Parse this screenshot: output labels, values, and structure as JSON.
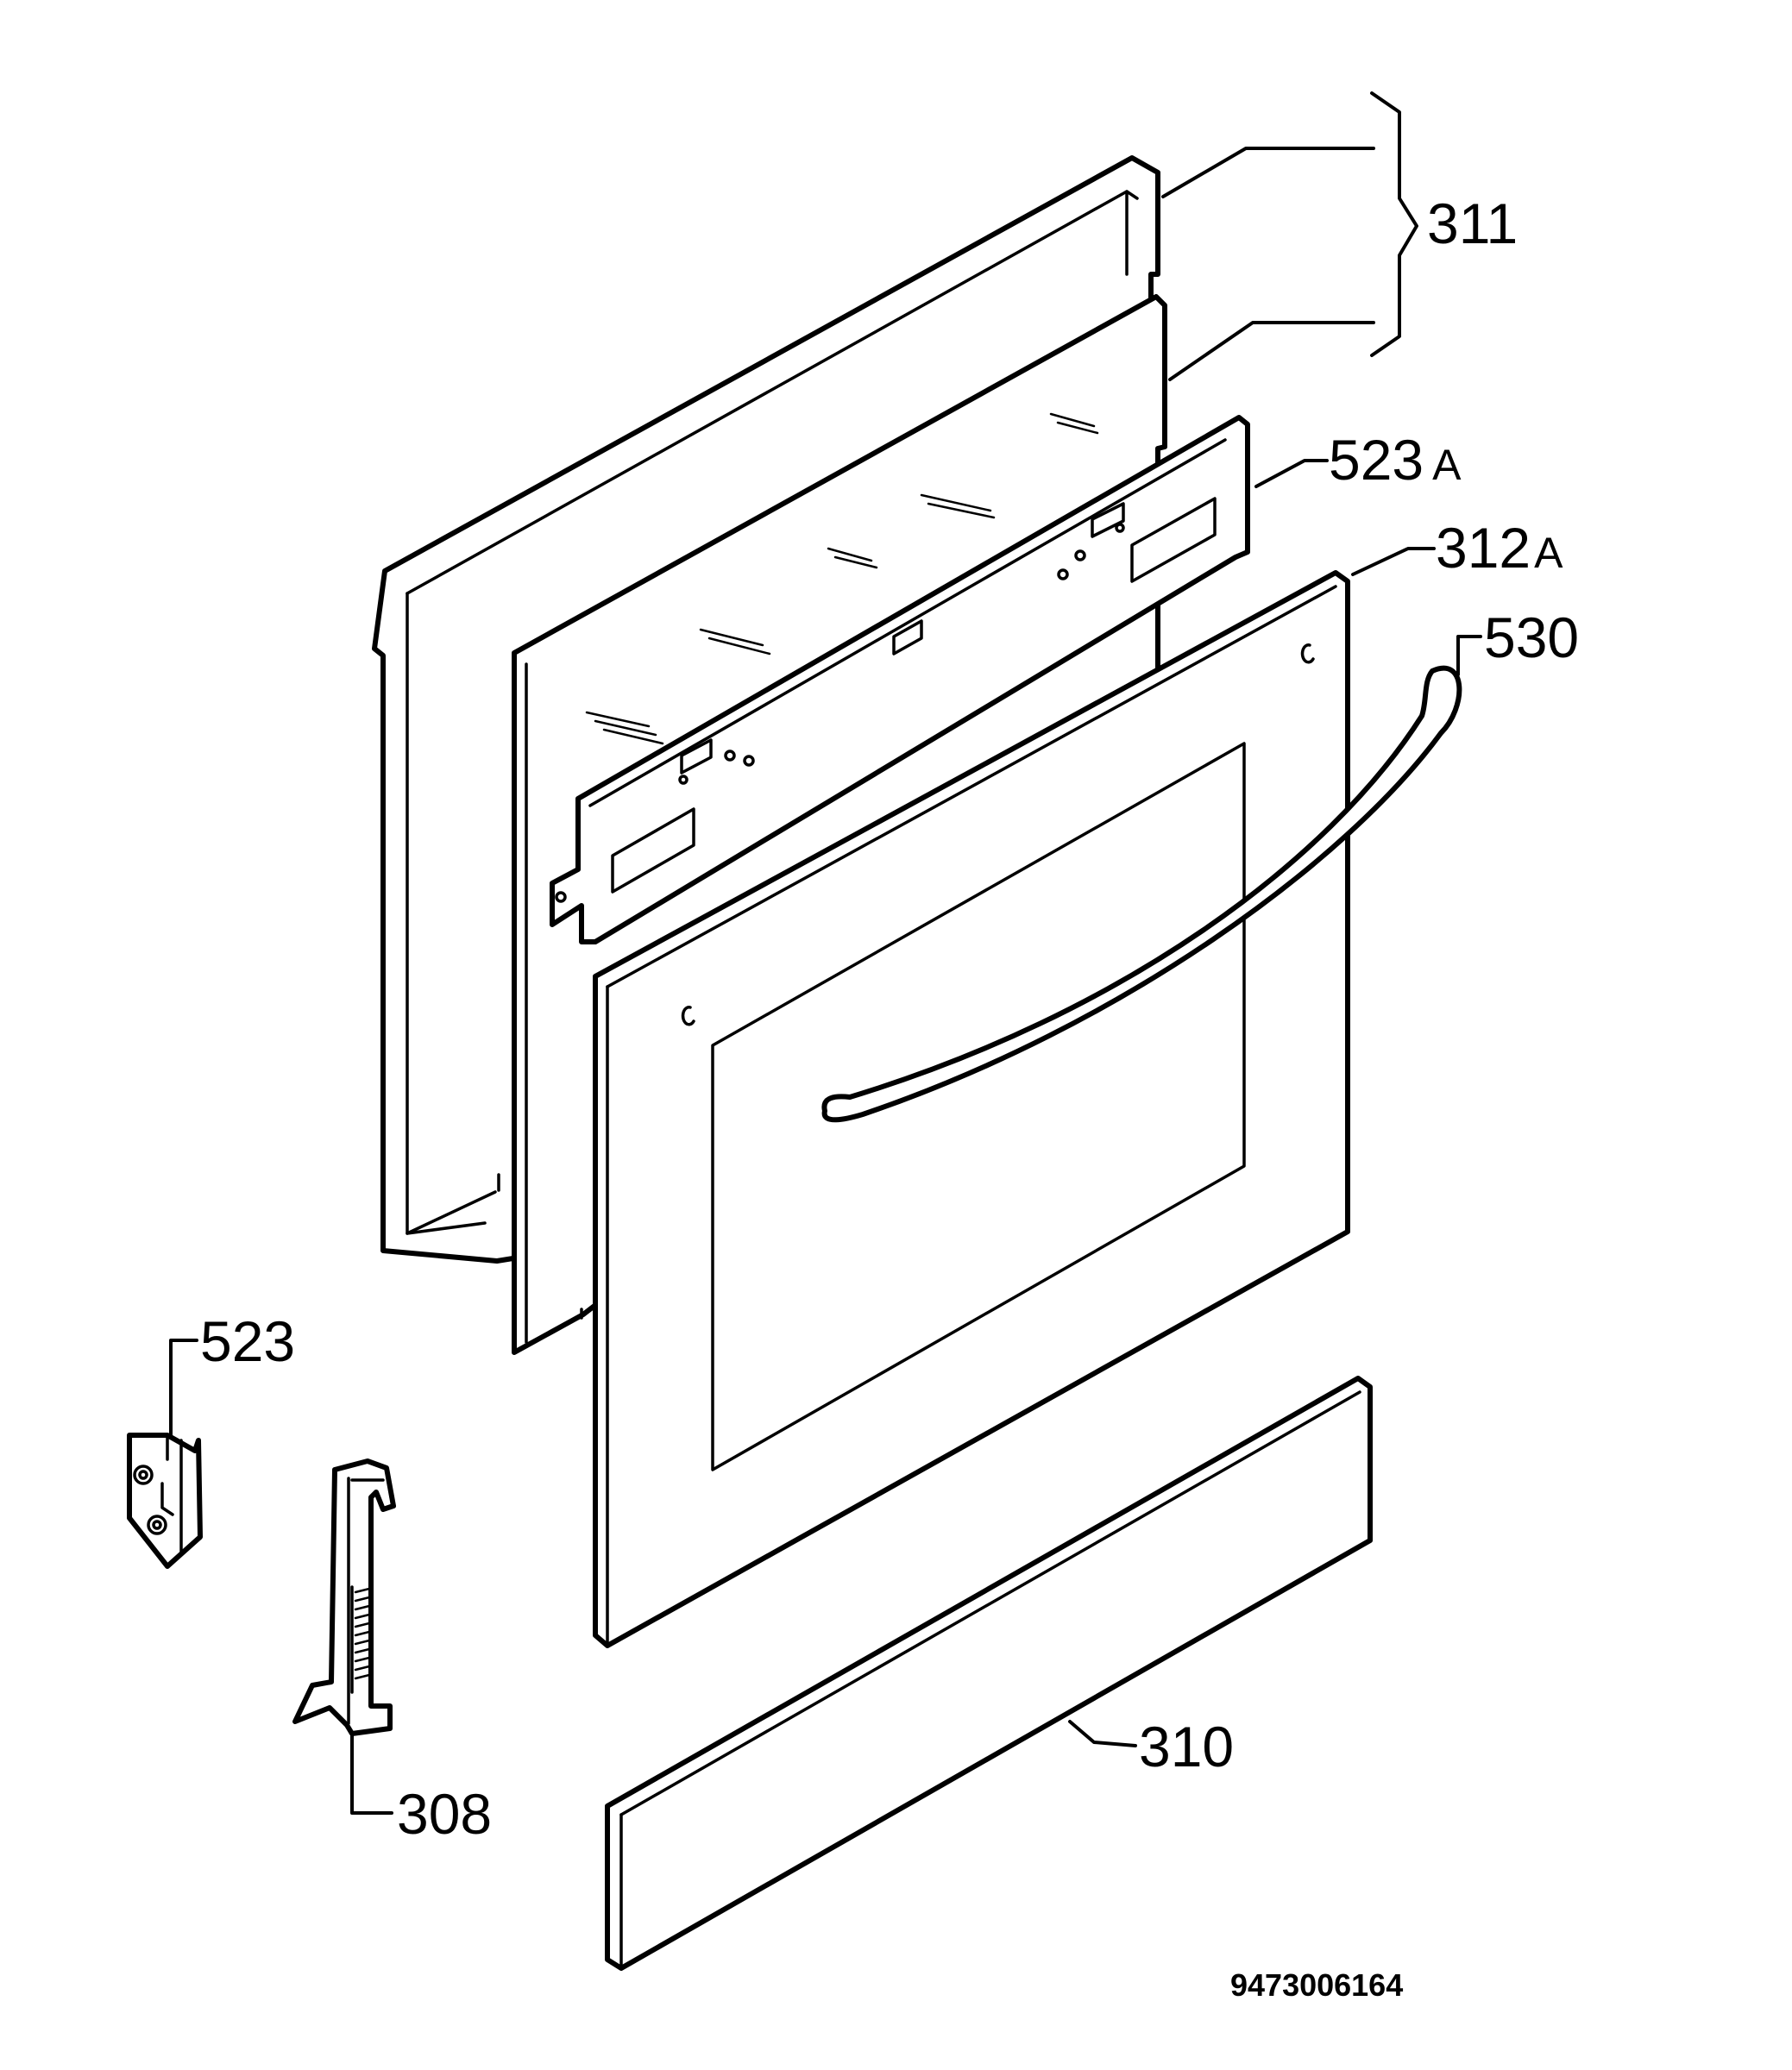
{
  "diagram": {
    "callouts": [
      {
        "id": "311",
        "label": "311"
      },
      {
        "id": "523A",
        "label": "523",
        "suffix": "A"
      },
      {
        "id": "312A",
        "label": "312",
        "suffix": "A"
      },
      {
        "id": "530",
        "label": "530"
      },
      {
        "id": "523",
        "label": "523"
      },
      {
        "id": "310",
        "label": "310"
      },
      {
        "id": "308",
        "label": "308"
      }
    ],
    "document_number": "9473006164"
  }
}
